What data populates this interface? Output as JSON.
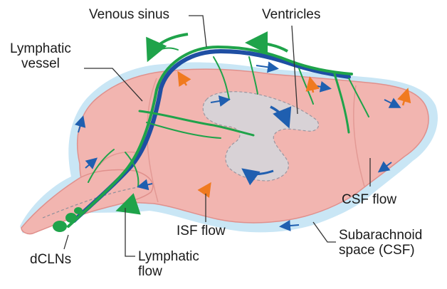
{
  "labels": {
    "venous_sinus": "Venous sinus",
    "ventricles": "Ventricles",
    "lymphatic_vessel": [
      "Lymphatic",
      "vessel"
    ],
    "csf_flow": "CSF flow",
    "isf_flow": "ISF flow",
    "subarachnoid_space": [
      "Subarachnoid",
      "space (CSF)"
    ],
    "dclns": "dCLNs",
    "lymphatic_flow": [
      "Lymphatic",
      "flow"
    ]
  },
  "colors": {
    "brain": "#f2b5b0",
    "brain_outline": "#e0908c",
    "csf_halo": "#c9e6f5",
    "ventricle": "#d8d2d6",
    "vein": "#1f4fa3",
    "lymphatic": "#1fa34a",
    "csf_arrow": "#1f5fb0",
    "isf_arrow": "#f07a1f",
    "leader": "#333333"
  },
  "icons": [
    "csf-flow-arrow-icon",
    "isf-flow-arrow-icon",
    "lymphatic-flow-arrow-icon"
  ]
}
